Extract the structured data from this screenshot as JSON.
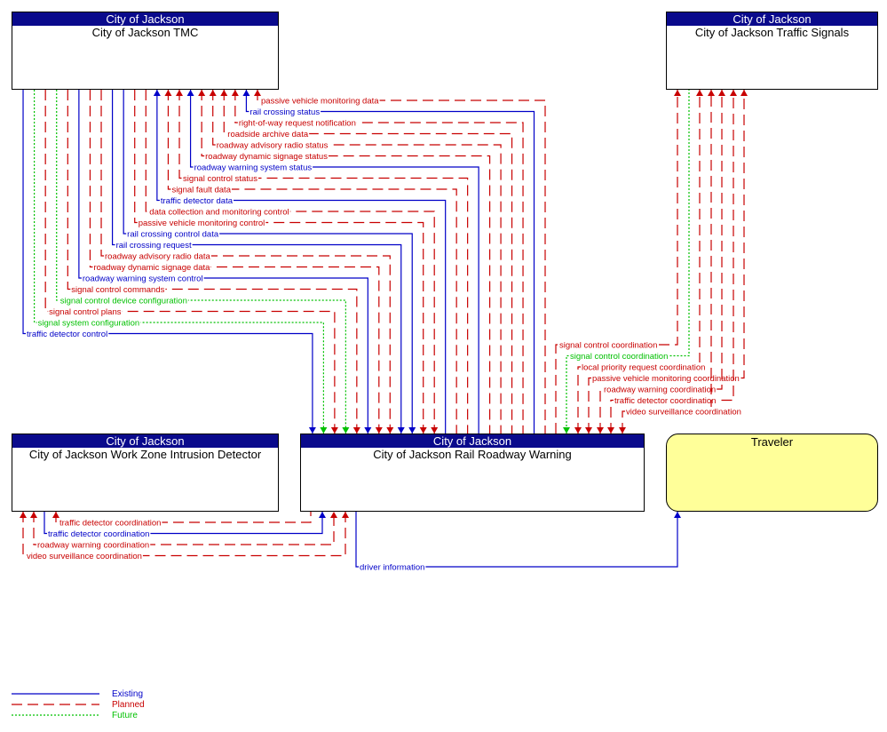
{
  "colors": {
    "existing": "#0000c8",
    "planned": "#c80000",
    "future": "#00c000"
  },
  "nodes": {
    "tmc": {
      "owner": "City of Jackson",
      "name": "City of Jackson TMC"
    },
    "signals": {
      "owner": "City of Jackson",
      "name": "City of Jackson Traffic Signals"
    },
    "wzid": {
      "owner": "City of Jackson",
      "name": "City of Jackson Work Zone Intrusion Detector"
    },
    "rrw": {
      "owner": "City of Jackson",
      "name": "City of Jackson Rail Roadway Warning"
    },
    "traveler": {
      "name": "Traveler"
    }
  },
  "tmc_flows": [
    {
      "label": "passive vehicle monitoring data",
      "status": "planned",
      "to": "tmc"
    },
    {
      "label": "rail crossing status",
      "status": "existing",
      "to": "tmc"
    },
    {
      "label": "right-of-way request notification",
      "status": "planned",
      "to": "tmc"
    },
    {
      "label": "roadside archive data",
      "status": "planned",
      "to": "tmc"
    },
    {
      "label": "roadway advisory radio status",
      "status": "planned",
      "to": "tmc"
    },
    {
      "label": "roadway dynamic signage status",
      "status": "planned",
      "to": "tmc"
    },
    {
      "label": "roadway warning system status",
      "status": "existing",
      "to": "tmc"
    },
    {
      "label": "signal control status",
      "status": "planned",
      "to": "tmc"
    },
    {
      "label": "signal fault data",
      "status": "planned",
      "to": "tmc"
    },
    {
      "label": "traffic detector data",
      "status": "existing",
      "to": "tmc"
    },
    {
      "label": "data collection and monitoring control",
      "status": "planned",
      "to": "rrw"
    },
    {
      "label": "passive vehicle monitoring control",
      "status": "planned",
      "to": "rrw"
    },
    {
      "label": "rail crossing control data",
      "status": "existing",
      "to": "rrw"
    },
    {
      "label": "rail crossing request",
      "status": "existing",
      "to": "rrw"
    },
    {
      "label": "roadway advisory radio data",
      "status": "planned",
      "to": "rrw"
    },
    {
      "label": "roadway dynamic signage data",
      "status": "planned",
      "to": "rrw"
    },
    {
      "label": "roadway warning system control",
      "status": "existing",
      "to": "rrw"
    },
    {
      "label": "signal control commands",
      "status": "planned",
      "to": "rrw"
    },
    {
      "label": "signal control device configuration",
      "status": "future",
      "to": "rrw"
    },
    {
      "label": "signal control plans",
      "status": "planned",
      "to": "rrw"
    },
    {
      "label": "signal system configuration",
      "status": "future",
      "to": "rrw"
    },
    {
      "label": "traffic detector control",
      "status": "existing",
      "to": "rrw"
    }
  ],
  "signal_flows": [
    {
      "label": "signal control coordination",
      "status": "planned",
      "to": "signals"
    },
    {
      "label": "signal control coordination",
      "status": "future",
      "to": "rrw"
    },
    {
      "label": "local priority request coordination",
      "status": "planned",
      "to": "both"
    },
    {
      "label": "passive vehicle monitoring coordination",
      "status": "planned",
      "to": "both"
    },
    {
      "label": "roadway warning coordination",
      "status": "planned",
      "to": "both"
    },
    {
      "label": "traffic detector coordination",
      "status": "planned",
      "to": "both"
    },
    {
      "label": "video surveillance coordination",
      "status": "planned",
      "to": "both"
    }
  ],
  "wzid_flows": [
    {
      "label": "traffic detector coordination",
      "status": "planned",
      "to": "wzid"
    },
    {
      "label": "traffic detector coordination",
      "status": "existing",
      "to": "rrw"
    },
    {
      "label": "roadway warning coordination",
      "status": "planned",
      "to": "both"
    },
    {
      "label": "video surveillance coordination",
      "status": "planned",
      "to": "both"
    }
  ],
  "traveler_flows": [
    {
      "label": "driver information",
      "status": "existing",
      "to": "traveler"
    }
  ],
  "legend": {
    "existing": "Existing",
    "planned": "Planned",
    "future": "Future"
  }
}
